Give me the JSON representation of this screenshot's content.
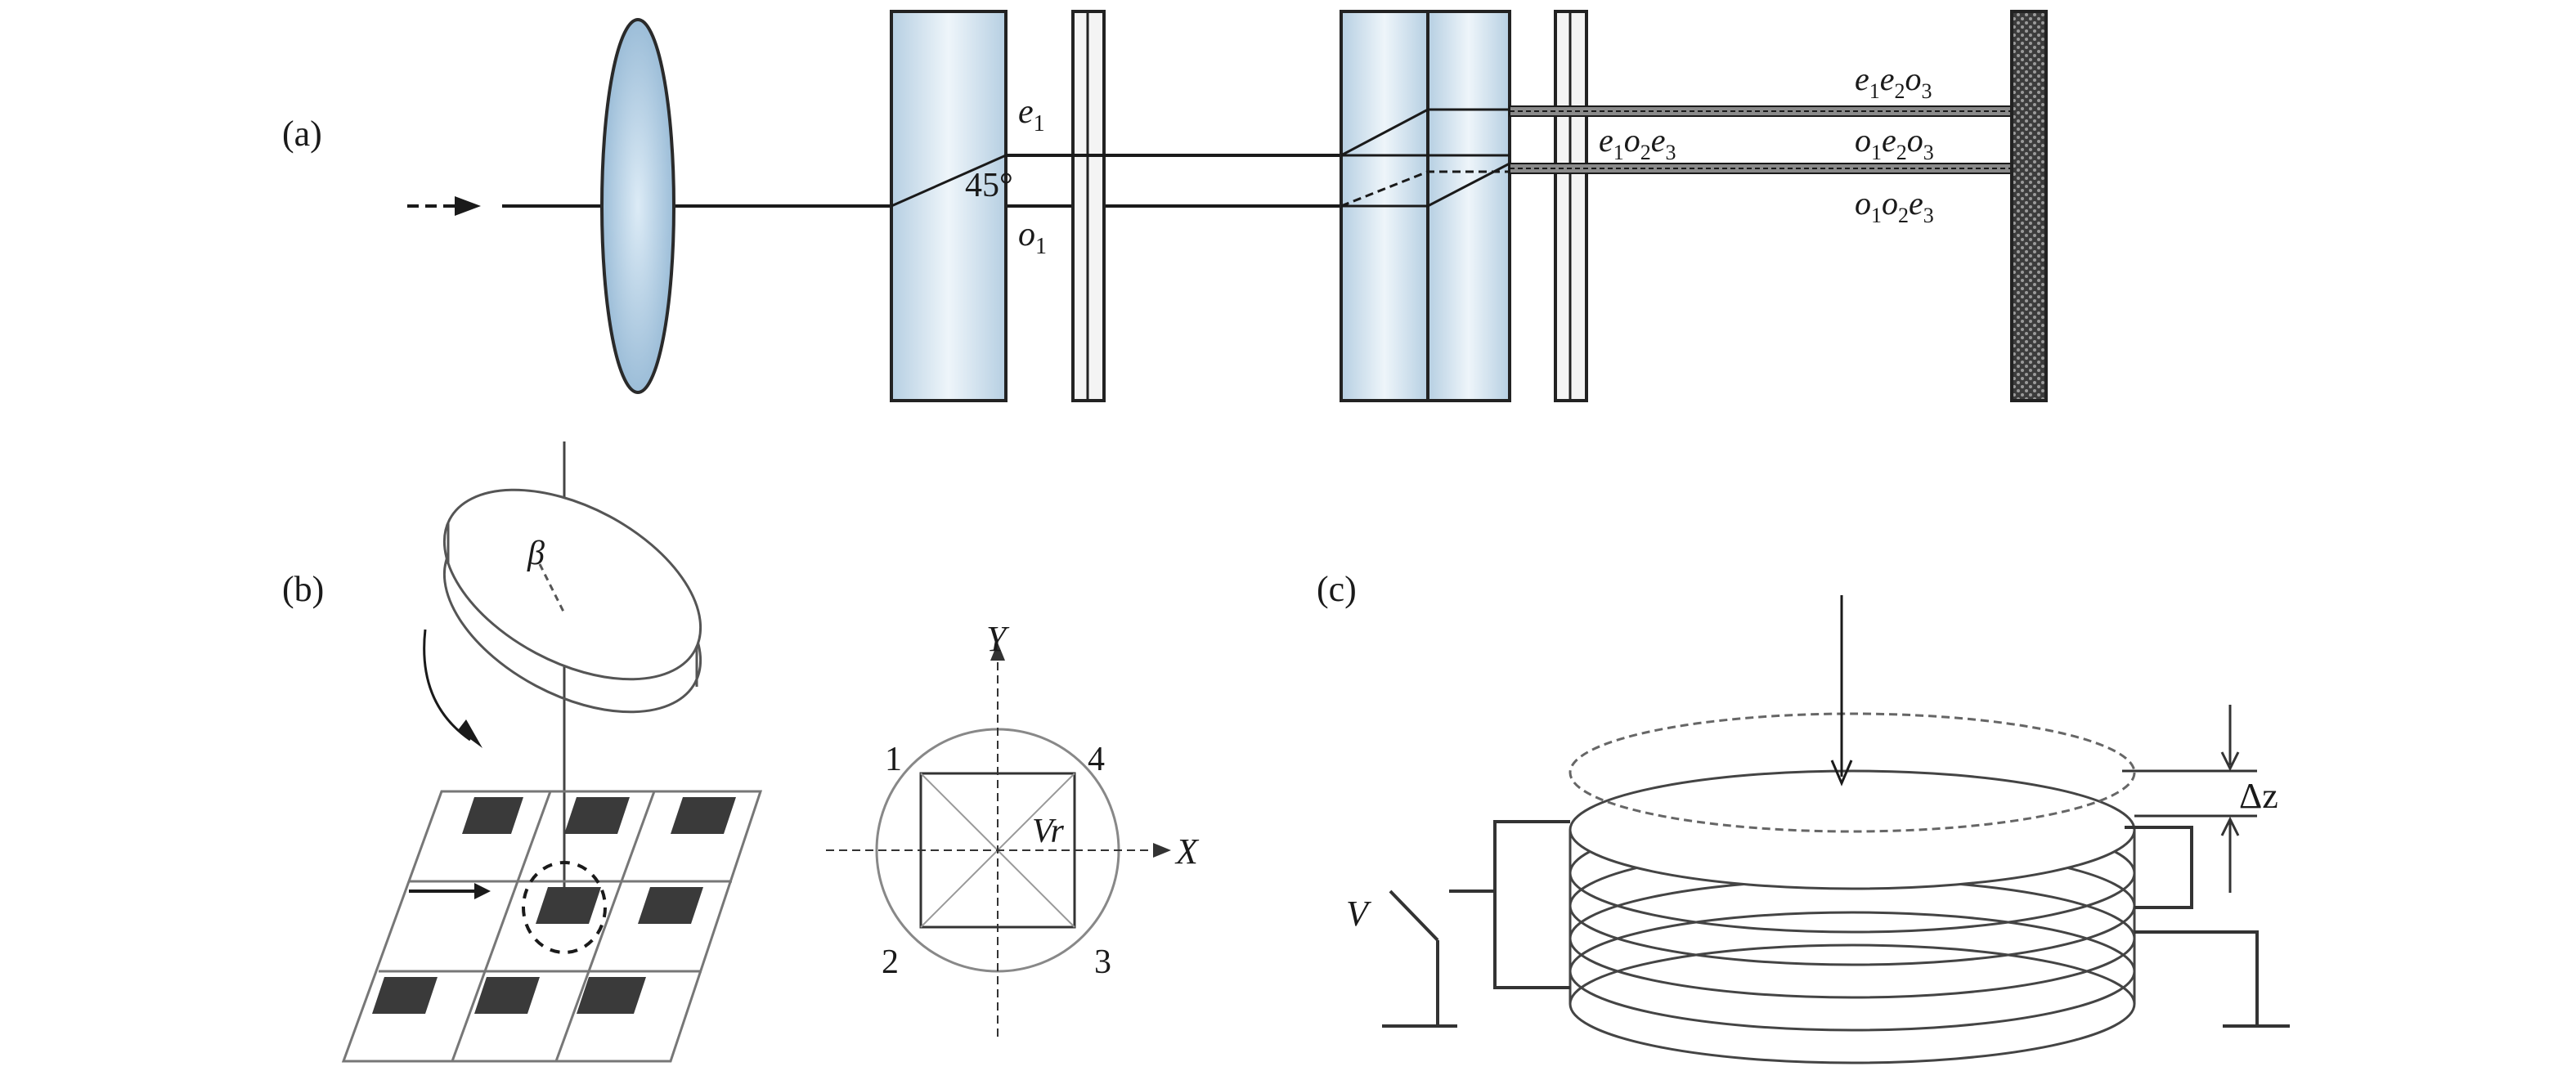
{
  "panels": {
    "a": {
      "tag": "(a)",
      "angle": "45°",
      "beam_e1": {
        "base": "e",
        "sub": "1"
      },
      "beam_o1": {
        "base": "o",
        "sub": "1"
      },
      "mid_label": [
        {
          "base": "e",
          "sub": "1"
        },
        {
          "base": "o",
          "sub": "2"
        },
        {
          "base": "e",
          "sub": "3"
        }
      ],
      "out_labels": [
        [
          {
            "base": "e",
            "sub": "1"
          },
          {
            "base": "e",
            "sub": "2"
          },
          {
            "base": "o",
            "sub": "3"
          }
        ],
        [
          {
            "base": "o",
            "sub": "1"
          },
          {
            "base": "e",
            "sub": "2"
          },
          {
            "base": "o",
            "sub": "3"
          }
        ],
        [
          {
            "base": "o",
            "sub": "1"
          },
          {
            "base": "o",
            "sub": "2"
          },
          {
            "base": "e",
            "sub": "3"
          }
        ]
      ]
    },
    "b": {
      "tag": "(b)",
      "beta": "β",
      "axis_x": "X",
      "axis_y": "Y",
      "center": "Vr",
      "corners": [
        "1",
        "2",
        "3",
        "4"
      ]
    },
    "c": {
      "tag": "(c)",
      "voltage": "V",
      "delta_z": "Δz"
    }
  },
  "colors": {
    "crystal_fill": "#cfe0ec",
    "lens_fill": "#a9c8e0",
    "line": "#1a1a1a",
    "screen": "#4a4a4a"
  }
}
